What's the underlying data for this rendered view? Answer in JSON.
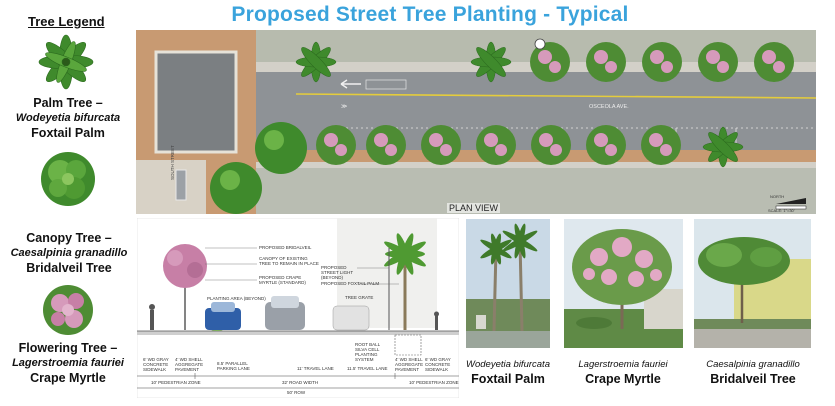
{
  "title": "Proposed Street Tree Planting - Typical",
  "legend": {
    "heading": "Tree Legend",
    "items": [
      {
        "type": "Palm Tree –",
        "scientific": "Wodeyetia bifurcata",
        "common": "Foxtail Palm"
      },
      {
        "type": "Canopy Tree –",
        "scientific": "Caesalpinia granadillo",
        "common": "Bridalveil Tree"
      },
      {
        "type": "Flowering Tree –",
        "scientific": "Lagerstroemia fauriei",
        "common": "Crape Myrtle"
      }
    ]
  },
  "plan": {
    "view_label": "PLAN VIEW",
    "street_name": "OSCEOLA AVE.",
    "cross_street": "SOUTH STREET",
    "north_label": "NORTH",
    "scale_label": "SCALE: 1\"=30'"
  },
  "section": {
    "callouts": [
      "PROPOSED BRIDALVEIL",
      "CANOPY OF EXISTING TREE TO REMAIN IN PLACE",
      "PROPOSED CRAPE MYRTLE (STANDARD)",
      "PLANTING AREA (BEYOND)",
      "PROPOSED STREET LIGHT (BEYOND)",
      "PROPOSED FOXTAIL PALM",
      "TREE GRATE",
      "ROOT BALL SILVA CELL PLANTING SYSTEM"
    ],
    "zones": [
      "6' WD GRAY CONCRETE SIDEWALK",
      "4' WD SHELL AGGREGATE PAVEMENT",
      "8.5' PARALLEL PARKING LANE",
      "11' TRAVEL LANE",
      "11.5' TRAVEL LANE",
      "4' WD SHELL AGGREGATE PAVEMENT",
      "6' WD GRAY CONCRETE SIDEWALK"
    ],
    "dimensions": [
      "10' PEDESTRIAN ZONE",
      "32' ROAD WIDTH",
      "10' PEDESTRIAN ZONE",
      "50' ROW"
    ]
  },
  "photos": [
    {
      "scientific": "Wodeyetia bifurcata",
      "common": "Foxtail Palm"
    },
    {
      "scientific": "Lagerstroemia fauriei",
      "common": "Crape Myrtle"
    },
    {
      "scientific": "Caesalpinia granadillo",
      "common": "Bridalveil Tree"
    }
  ],
  "colors": {
    "title": "#3aa3dc",
    "palm": "#3f8a2c",
    "canopy": "#4f9a32",
    "flower": "#c77fa6",
    "road": "#8e9296",
    "brick": "#c89a72"
  }
}
